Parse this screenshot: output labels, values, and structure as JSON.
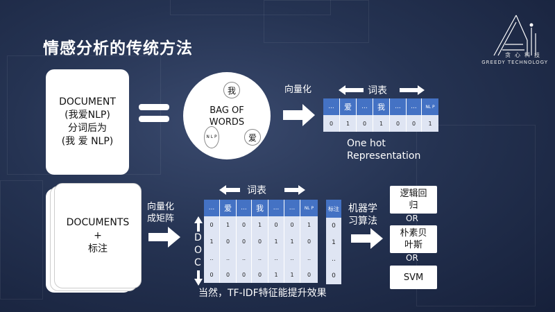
{
  "title": "情感分析的传统方法",
  "logo": {
    "cn": "贪心科技",
    "en": "GREEDY TECHNOLOGY"
  },
  "doc_card": {
    "lines": [
      "DOCUMENT",
      "(我爱NLP)",
      "分词后为",
      "(我 爱 NLP)"
    ]
  },
  "bag": {
    "title_lines": [
      "BAG OF",
      "WORDS"
    ],
    "word1": "我",
    "word2": "爱",
    "word3": "N L P"
  },
  "top": {
    "vectorize": "向量化",
    "vocab": "词表",
    "header": [
      "...",
      "爱",
      "...",
      "我",
      "...",
      "...",
      "NL P"
    ],
    "values": [
      "0",
      "1",
      "0",
      "1",
      "0",
      "0",
      "1"
    ],
    "onehot": [
      "One hot",
      "Representation"
    ]
  },
  "docs_card": {
    "lines": [
      "DOCUMENTS",
      "+",
      "标注"
    ]
  },
  "bottom": {
    "vectorize": [
      "向量化",
      "成矩阵"
    ],
    "vocab": "词表",
    "doc_letters": [
      "D",
      "O",
      "C"
    ],
    "header": [
      "...",
      "爱",
      "...",
      "我",
      "...",
      "...",
      "NL P"
    ],
    "rows": [
      [
        "0",
        "1",
        "0",
        "1",
        "0",
        "0",
        "1"
      ],
      [
        "1",
        "0",
        "0",
        "0",
        "1",
        "1",
        "0"
      ],
      [
        "..",
        "..",
        "..",
        "..",
        "..",
        "..",
        ".."
      ],
      [
        "0",
        "0",
        "0",
        "0",
        "1",
        "1",
        "0"
      ]
    ],
    "label_header": "标注",
    "labels": [
      "0",
      "1",
      "..",
      "0"
    ],
    "note": "当然，TF-IDF特征能提升效果",
    "ml_label": [
      "机器学",
      "习算法"
    ]
  },
  "algos": {
    "a1": [
      "逻辑回",
      "归"
    ],
    "or1": "OR",
    "a2": [
      "朴素贝",
      "叶斯"
    ],
    "or2": "OR",
    "a3": "SVM"
  }
}
